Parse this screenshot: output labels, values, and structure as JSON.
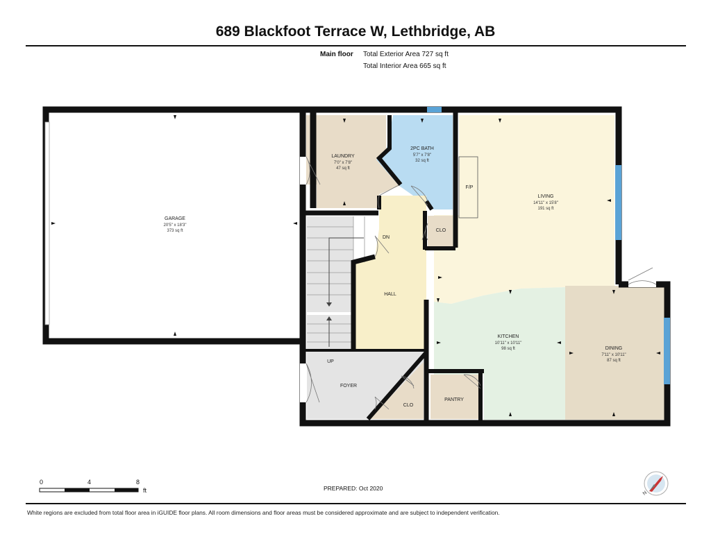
{
  "header": {
    "title": "689 Blackfoot Terrace W, Lethbridge, AB",
    "floor_label": "Main floor",
    "exterior_area": "Total Exterior Area 727 sq ft",
    "interior_area": "Total Interior Area 665 sq ft"
  },
  "rooms": {
    "garage": {
      "name": "GARAGE",
      "dims": "20'5\" x 18'3\"",
      "area": "373 sq ft"
    },
    "laundry": {
      "name": "LAUNDRY",
      "dims": "7'0\" x 7'8\"",
      "area": "47 sq ft"
    },
    "bath": {
      "name": "2PC BATH",
      "dims": "5'7\" x 7'8\"",
      "area": "32 sq ft"
    },
    "living": {
      "name": "LIVING",
      "dims": "14'11\" x 15'8\"",
      "area": "191 sq ft"
    },
    "kitchen": {
      "name": "KITCHEN",
      "dims": "10'11\" x 10'11\"",
      "area": "98 sq ft"
    },
    "dining": {
      "name": "DINING",
      "dims": "7'11\" x 10'11\"",
      "area": "87 sq ft"
    },
    "hall": {
      "name": "HALL"
    },
    "foyer": {
      "name": "FOYER"
    },
    "pantry": {
      "name": "PANTRY"
    },
    "clo_upper": {
      "name": "CLO"
    },
    "clo_lower": {
      "name": "CLO"
    }
  },
  "labels": {
    "fireplace": "F/P",
    "stairs_down": "DN",
    "stairs_up": "UP"
  },
  "scale": {
    "tick0": "0",
    "tick4": "4",
    "tick8": "8",
    "unit": "ft"
  },
  "prepared": "PREPARED: Oct 2020",
  "compass": {
    "north_label": "N",
    "icon": "compass-icon"
  },
  "footer": "White regions are excluded from total floor area in iGUIDE floor plans. All room dimensions and floor areas must be considered approximate and are subject to independent verification.",
  "colors": {
    "wall": "#111111",
    "laundry": "#e8dcc8",
    "bath": "#b9dcf2",
    "living": "#fbf5dc",
    "hall": "#f8efc9",
    "kitchen": "#e4f1e3",
    "dining": "#e6dcc7",
    "stairs": "#e4e4e4",
    "foyer": "#e4e4e4",
    "closet": "#e8dcc8",
    "window": "#5aa3d6"
  }
}
